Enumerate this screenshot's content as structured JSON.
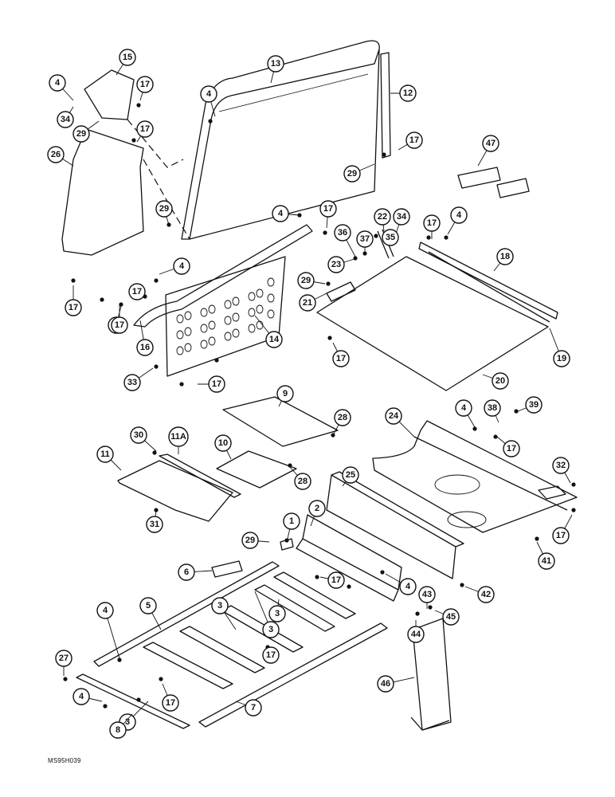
{
  "drawing_code": "MS95H039",
  "callouts": [
    "1",
    "2",
    "3",
    "3",
    "3",
    "3",
    "4",
    "4",
    "4",
    "4",
    "4",
    "4",
    "4",
    "4",
    "4",
    "4",
    "5",
    "6",
    "7",
    "8",
    "9",
    "10",
    "11",
    "11A",
    "12",
    "13",
    "14",
    "15",
    "16",
    "17",
    "17",
    "17",
    "17",
    "17",
    "17",
    "17",
    "17",
    "17",
    "17",
    "17",
    "17",
    "17",
    "17",
    "17",
    "18",
    "19",
    "20",
    "21",
    "22",
    "23",
    "24",
    "25",
    "26",
    "27",
    "28",
    "28",
    "29",
    "29",
    "29",
    "29",
    "29",
    "30",
    "31",
    "32",
    "33",
    "34",
    "34",
    "35",
    "36",
    "37",
    "38",
    "39",
    "41",
    "42",
    "43",
    "44",
    "45",
    "46",
    "47"
  ]
}
